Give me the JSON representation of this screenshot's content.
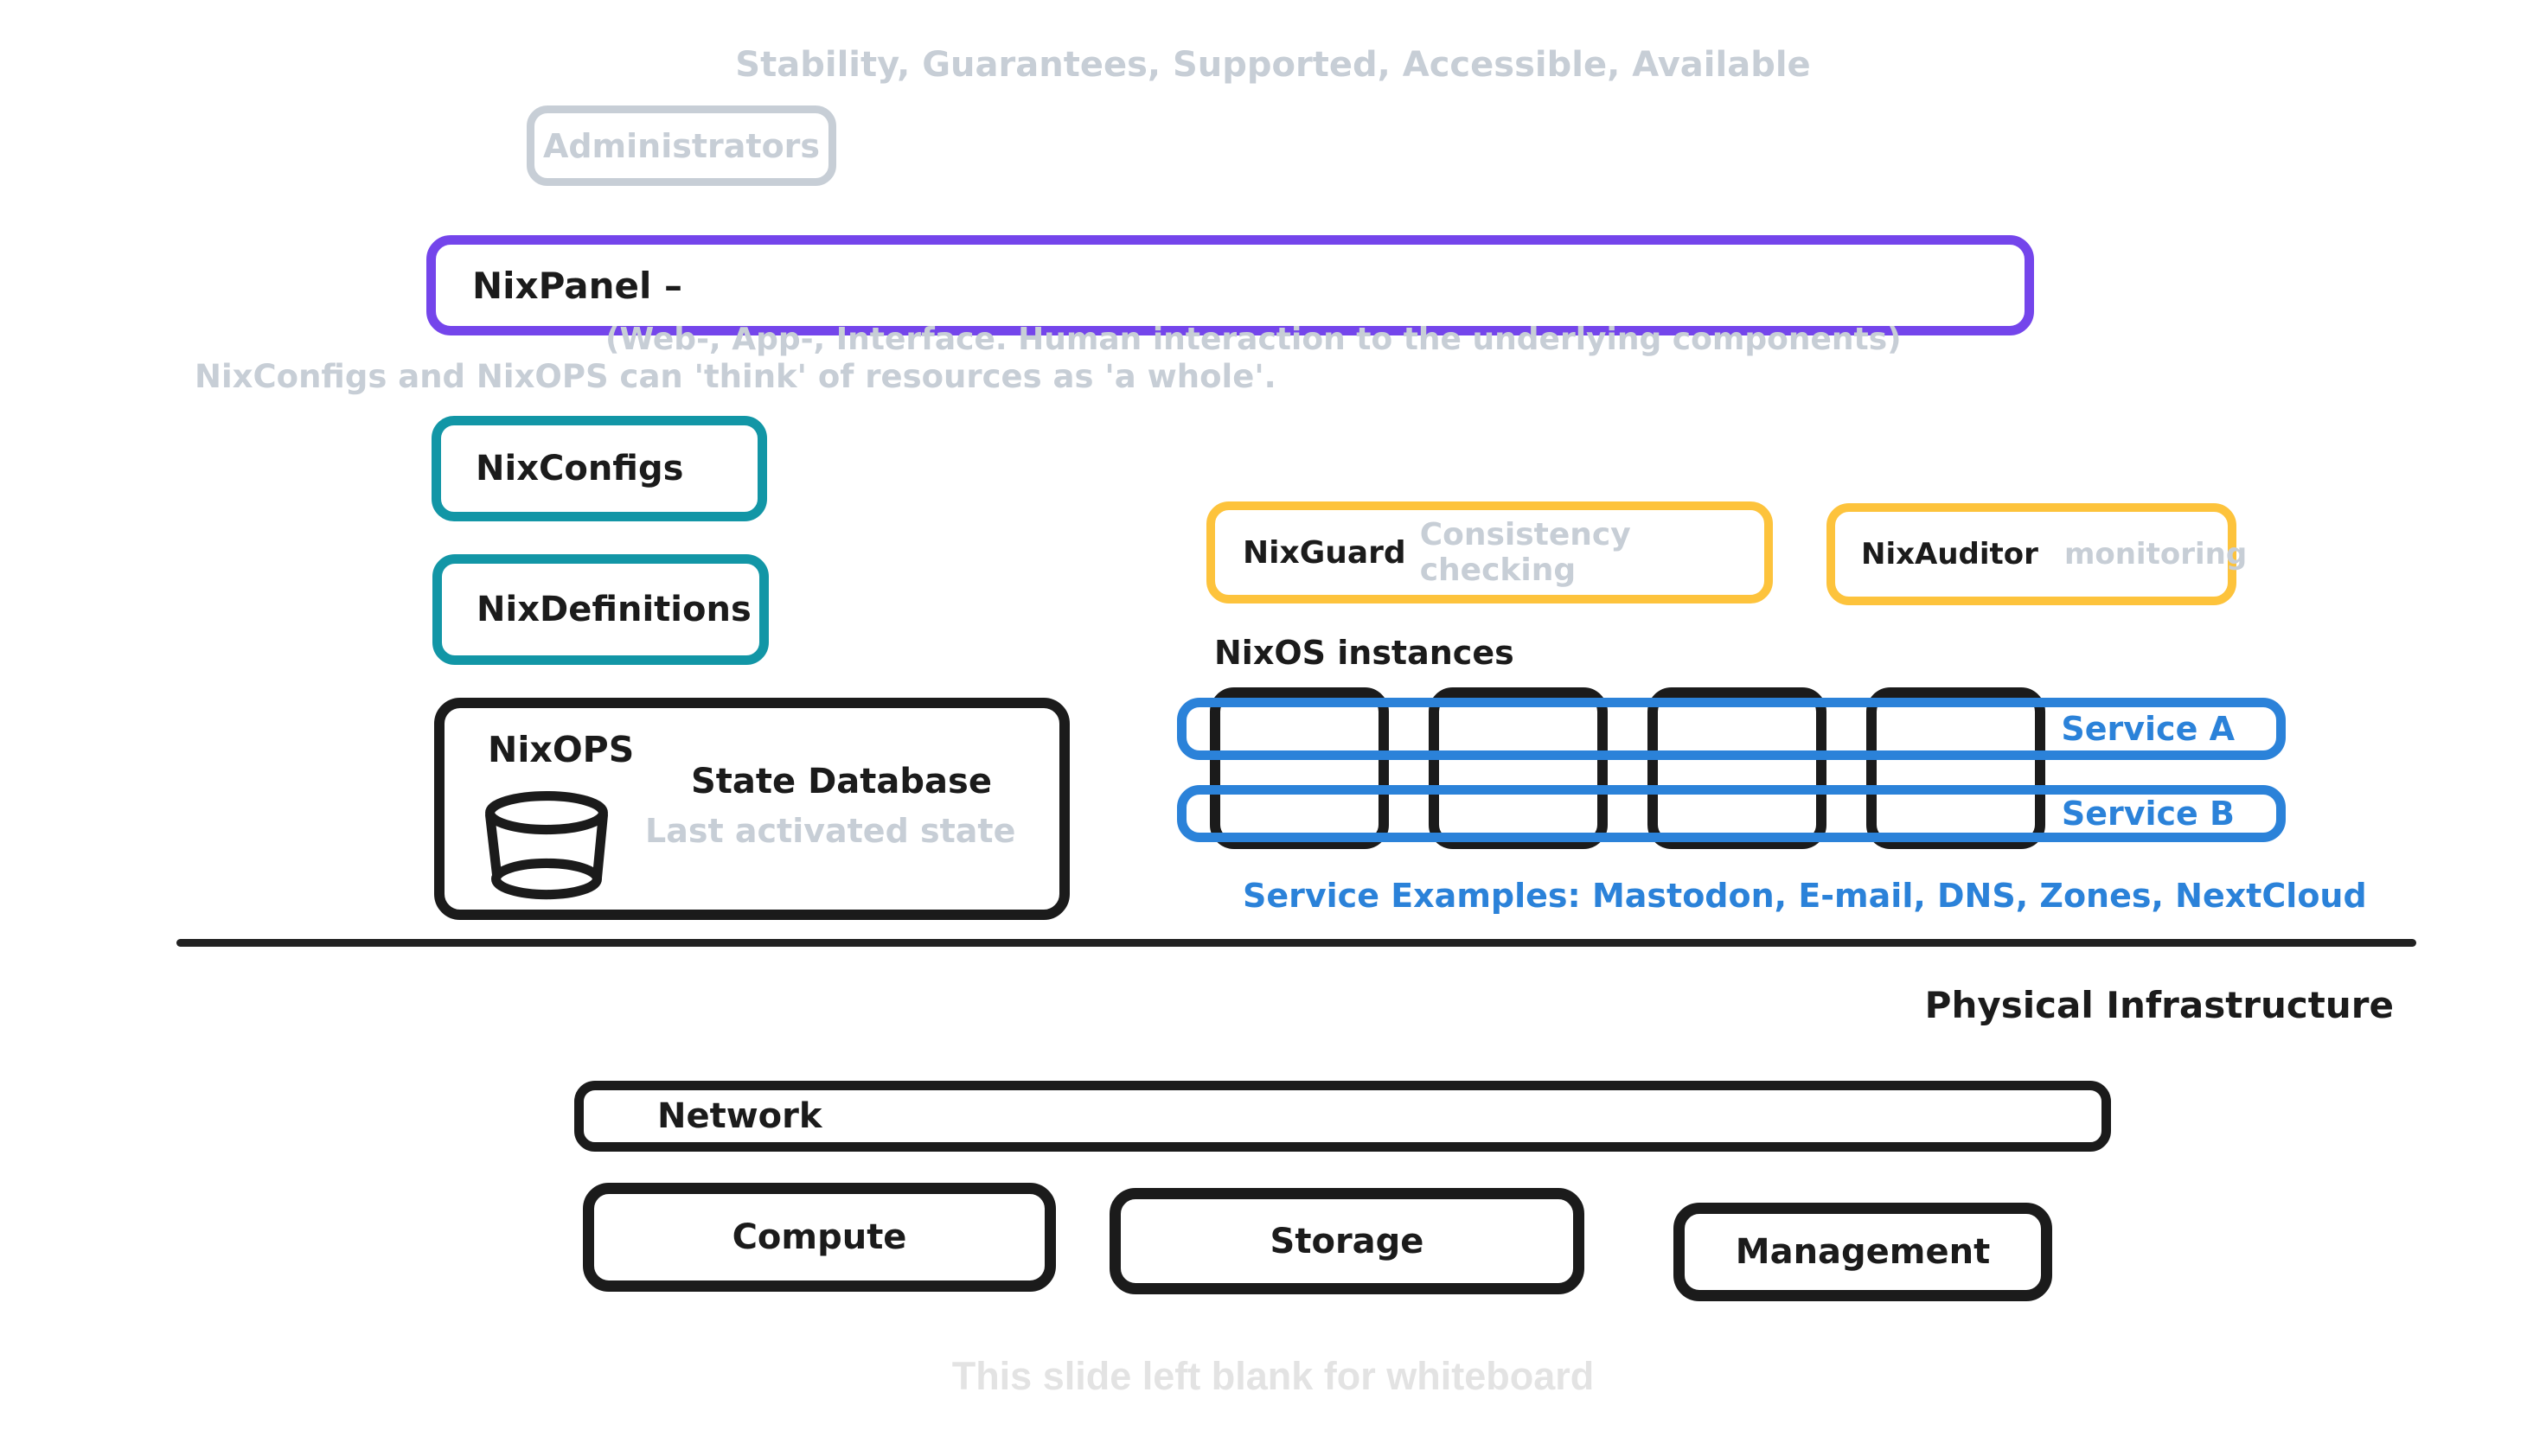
{
  "colors": {
    "gray_text": "#c7ced6",
    "light_gray_text": "#e3e3e3",
    "purple": "#7445eb",
    "teal": "#1296a6",
    "yellow": "#fdc33c",
    "blue": "#2b82d9",
    "ink": "#1b1b1b"
  },
  "tagline": "Stability, Guarantees, Supported, Accessible, Available",
  "administrators": {
    "label": "Administrators"
  },
  "nixpanel": {
    "label": "NixPanel –",
    "caption": "(Web-, App-, Interface. Human interaction to the underlying components)"
  },
  "note": "NixConfigs and NixOPS can 'think' of resources as 'a whole'.",
  "nixconfigs": {
    "label": "NixConfigs"
  },
  "nixdefinitions": {
    "label": "NixDefinitions"
  },
  "nixops": {
    "label": "NixOPS",
    "db_title": "State Database",
    "db_subtitle": "Last activated state",
    "db_icon": "database-cylinder"
  },
  "nixguard": {
    "label": "NixGuard",
    "sublabel": "Consistency checking"
  },
  "nixauditor": {
    "label": "NixAuditor",
    "sublabel": "monitoring"
  },
  "instances": {
    "title": "NixOS instances",
    "count": 4,
    "services": [
      {
        "label": "Service A"
      },
      {
        "label": "Service B"
      }
    ],
    "examples": "Service Examples: Mastodon, E-mail, DNS, Zones, NextCloud"
  },
  "physical": {
    "title": "Physical Infrastructure",
    "network_label": "Network",
    "boxes": [
      {
        "label": "Compute"
      },
      {
        "label": "Storage"
      },
      {
        "label": "Management"
      }
    ]
  },
  "footer_note": "This slide left blank for whiteboard"
}
